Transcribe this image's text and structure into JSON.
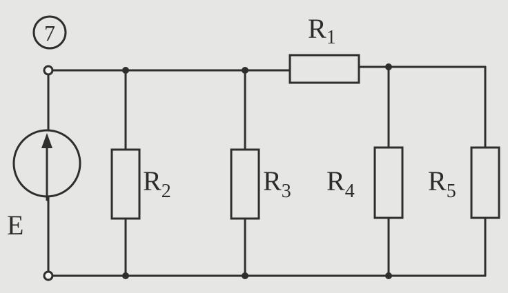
{
  "diagram": {
    "problem_number": "7",
    "source": {
      "label": "E"
    },
    "resistors": [
      {
        "id": "R1",
        "letter": "R",
        "index": "1"
      },
      {
        "id": "R2",
        "letter": "R",
        "index": "2"
      },
      {
        "id": "R3",
        "letter": "R",
        "index": "3"
      },
      {
        "id": "R4",
        "letter": "R",
        "index": "4"
      },
      {
        "id": "R5",
        "letter": "R",
        "index": "5"
      }
    ]
  },
  "colors": {
    "ink": "#2e2e2e",
    "paper": "#e6e6e4"
  }
}
